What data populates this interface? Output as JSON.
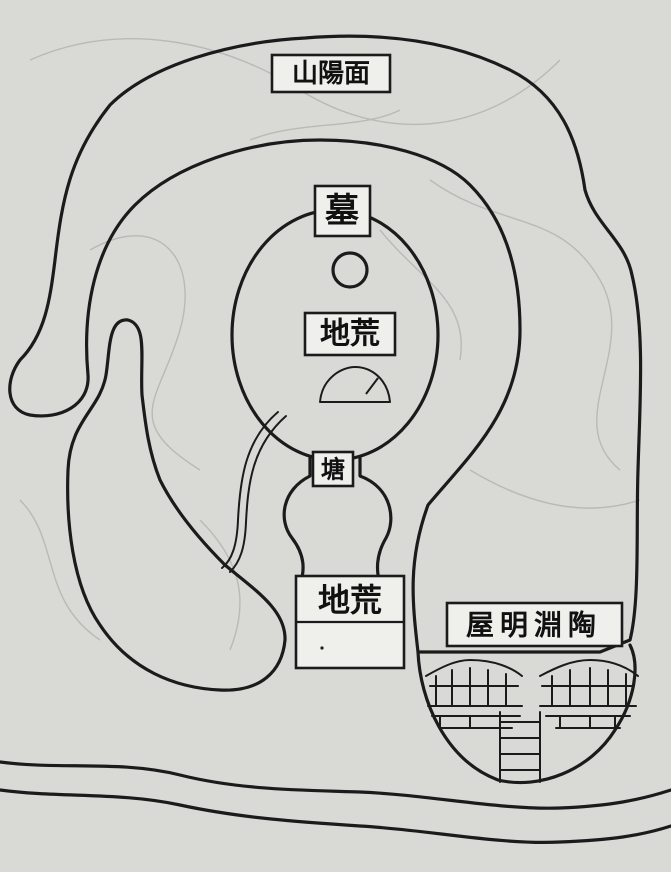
{
  "labels": {
    "mountain_south": "山陽面",
    "tomb": "墓",
    "waste_land_upper": "地荒",
    "pond": "塘",
    "waste_land_lower": "地荒",
    "residence": "屋明淵陶"
  },
  "colors": {
    "paper": "#d9d9d6",
    "ink": "#1b1b1b",
    "label_fill": "#efefec",
    "faint_lines": "#b9b9b6"
  },
  "icons": {
    "tomb_marker": "circle-icon",
    "mound_marker": "half-circle-icon",
    "houses": "pavilion-roof-icon",
    "stairs": "ladder-stairs-icon",
    "river": "wavy-river-lines"
  }
}
